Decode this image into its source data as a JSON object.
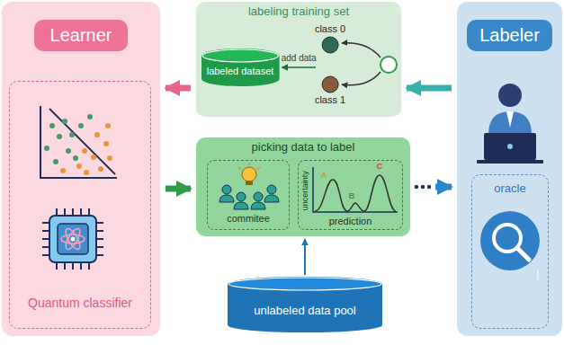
{
  "diagram": {
    "nodes": [
      {
        "text": [
          "Learner"
        ]
      },
      {
        "text": [
          "Quantum classifier"
        ],
        "in": 0
      },
      {
        "text": [
          "labeling training set"
        ]
      },
      {
        "text": [
          "labeled dataset"
        ],
        "in": 2
      },
      {
        "text": [
          "class 0"
        ],
        "in": 2
      },
      {
        "text": [
          "class 1"
        ],
        "in": 2
      },
      {
        "text": [
          "Labeler"
        ]
      },
      {
        "text": [
          "oracle"
        ],
        "in": 6
      },
      {
        "text": [
          "picking data to label"
        ]
      },
      {
        "text": [
          "commitee"
        ],
        "in": 8
      },
      {
        "text": [
          "prediction"
        ],
        "in": 8
      },
      {
        "text": [
          "unlabeled data pool"
        ]
      }
    ],
    "edges": [
      {
        "from": 2,
        "to": 0,
        "arrow": "to"
      },
      {
        "from": 0,
        "to": 8,
        "arrow": "to"
      },
      {
        "from": 8,
        "to": 6,
        "arrow": "to"
      },
      {
        "from": 6,
        "to": 2,
        "arrow": "to"
      },
      {
        "from": 11,
        "to": 8,
        "arrow": "to"
      },
      {
        "from": 4,
        "to": 3,
        "label": "add data",
        "arrow": "to"
      }
    ],
    "labels": [
      "uncertainty",
      "A",
      "B",
      "C"
    ]
  }
}
